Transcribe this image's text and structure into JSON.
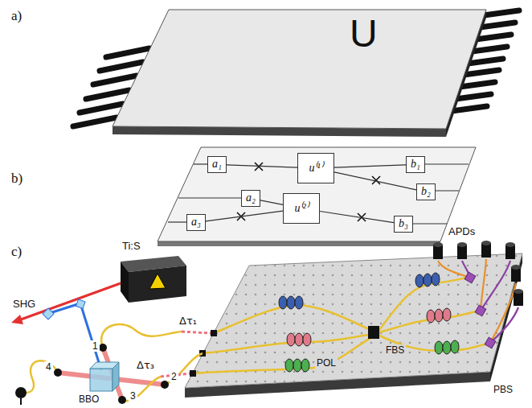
{
  "diagram": {
    "nodes": [
      {
        "text": [
          "U"
        ]
      },
      {
        "text": [
          "a₁"
        ]
      },
      {
        "text": [
          "u⁽¹⁾"
        ]
      },
      {
        "text": [
          "b₁"
        ]
      },
      {
        "text": [
          "a₂"
        ]
      },
      {
        "text": [
          "u⁽²⁾"
        ]
      },
      {
        "text": [
          "b₂"
        ]
      },
      {
        "text": [
          "a₃"
        ]
      },
      {
        "text": [
          "b₃"
        ]
      }
    ],
    "edges": [
      {
        "from": 1,
        "to": 2,
        "arrow": "none"
      },
      {
        "from": 4,
        "to": 5,
        "arrow": "none"
      },
      {
        "from": 7,
        "to": 5,
        "arrow": "none"
      },
      {
        "from": 2,
        "to": 3,
        "arrow": "none"
      },
      {
        "from": 2,
        "to": 6,
        "arrow": "none"
      },
      {
        "from": 5,
        "to": 8,
        "arrow": "none"
      }
    ],
    "labels": [
      "a)",
      "b)",
      "c)",
      "Ti:S",
      "SHG",
      "BBO",
      "1",
      "2",
      "3",
      "4",
      "Δτ₁",
      "Δτ₃",
      "POL",
      "FBS",
      "PBS",
      "APDs"
    ]
  }
}
